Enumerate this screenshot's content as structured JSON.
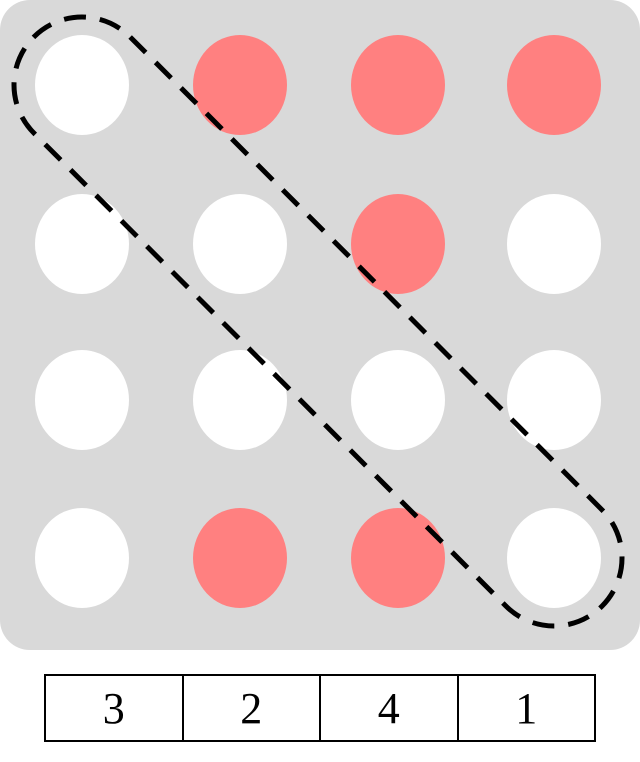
{
  "board": {
    "background_color": "#d9d9d9",
    "filled_color": "#ff8080",
    "empty_color": "#ffffff",
    "outline_color": "#000000",
    "grid": [
      [
        0,
        1,
        1,
        1
      ],
      [
        0,
        0,
        1,
        0
      ],
      [
        0,
        0,
        0,
        0
      ],
      [
        0,
        1,
        1,
        0
      ]
    ],
    "highlight": {
      "from": [
        0,
        0
      ],
      "to": [
        3,
        3
      ],
      "style": "dashed"
    }
  },
  "answer": {
    "cells": [
      "3",
      "2",
      "4",
      "1"
    ]
  }
}
